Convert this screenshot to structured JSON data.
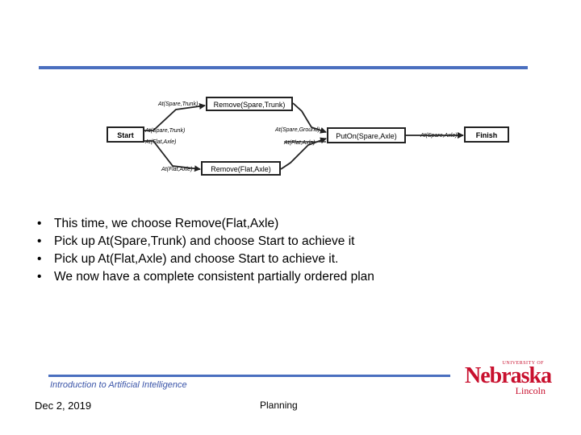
{
  "diagram": {
    "nodes": {
      "start": "Start",
      "remove_spare": "Remove(Spare,Trunk)",
      "remove_flat": "Remove(Flat,Axle)",
      "puton": "PutOn(Spare,Axle)",
      "finish": "Finish"
    },
    "conditions": {
      "remove_spare_pre": "At(Spare,Trunk)",
      "start_eff_spare": "At(Spare,Trunk)",
      "start_eff_flat": "At(Flat,Axle)",
      "remove_flat_pre": "At(Flat,Axle)",
      "puton_pre_ground": "At(Spare,Ground)",
      "puton_pre_notflat": "At(Flat,Axle)",
      "puton_eff": "At(Spare,Axle)"
    }
  },
  "bullets": [
    "This time, we choose Remove(Flat,Axle)",
    "Pick up At(Spare,Trunk) and choose Start to achieve it",
    "Pick up At(Flat,Axle) and choose Start to achieve it.",
    "We now have a complete consistent partially ordered plan"
  ],
  "bullet_glyph": "•",
  "footer": {
    "course": "Introduction to Artificial Intelligence",
    "date": "Dec 2, 2019",
    "topic": "Planning"
  },
  "logo": {
    "university": "UNIVERSITY OF",
    "name": "Nebraska",
    "campus": "Lincoln"
  },
  "colors": {
    "rule": "#4a6fbf",
    "course_text": "#3a54a8",
    "logo": "#c8102e"
  }
}
